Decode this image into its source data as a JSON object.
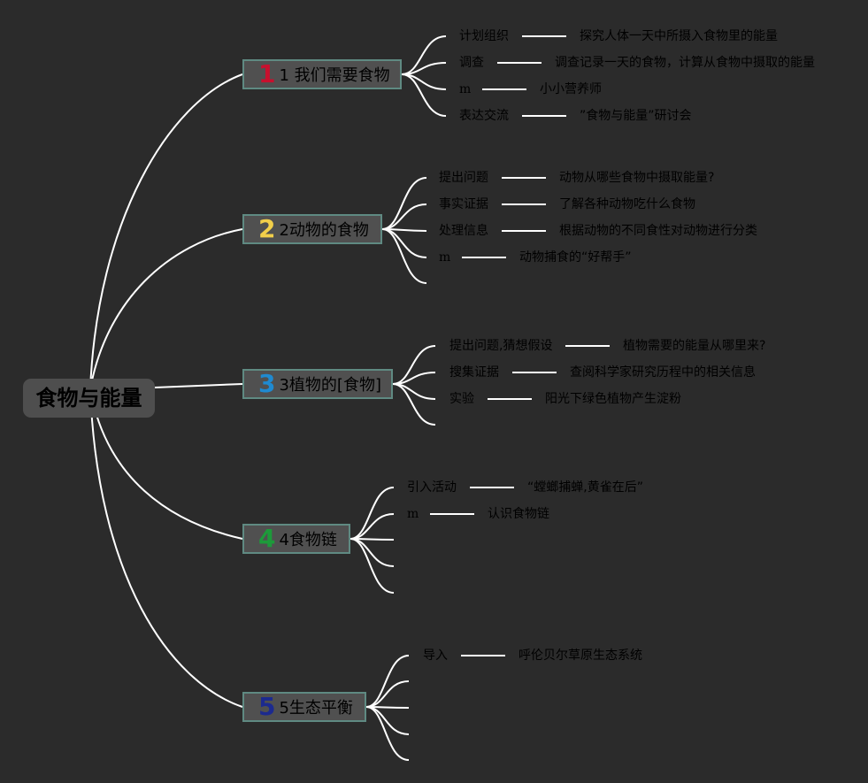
{
  "root": "食物与能量",
  "colors": {
    "line": "#ffffff",
    "background": "#2b2b2b",
    "node_border": "#5f8a82",
    "num1": "#c8102e",
    "num2": "#f2cf4a",
    "num3": "#1f8ad0",
    "num4": "#1d9a3a",
    "num5": "#1c2a8f"
  },
  "branches": [
    {
      "number": "1",
      "label": "1 我们需要食物",
      "rows": [
        {
          "label": "计划组织",
          "value": "探究人体一天中所摄入食物里的能量"
        },
        {
          "label": "调查",
          "value": "调查记录一天的食物，计算从食物中摄取的能量"
        },
        {
          "label": "m",
          "value": "小小营养师"
        },
        {
          "label": "表达交流",
          "value": "”食物与能量”研讨会"
        }
      ]
    },
    {
      "number": "2",
      "label": "2动物的食物",
      "rows": [
        {
          "label": "提出问题",
          "value": "动物从哪些食物中摄取能量?"
        },
        {
          "label": "事实证据",
          "value": "了解各种动物吃什么食物"
        },
        {
          "label": "处理信息",
          "value": "根据动物的不同食性对动物进行分类"
        },
        {
          "label": "m",
          "value": "动物捕食的“好帮手”"
        }
      ]
    },
    {
      "number": "3",
      "label": "3植物的[食物]",
      "rows": [
        {
          "label": "提出问题,猜想假设",
          "value": "植物需要的能量从哪里来?"
        },
        {
          "label": "搜集证据",
          "value": "查阅科学家研究历程中的相关信息"
        },
        {
          "label": "实验",
          "value": "阳光下绿色植物产生淀粉"
        }
      ]
    },
    {
      "number": "4",
      "label": "4食物链",
      "rows": [
        {
          "label": "引入活动",
          "value": "“螳螂捕蝉,黄雀在后”"
        },
        {
          "label": "m",
          "value": "认识食物链"
        }
      ]
    },
    {
      "number": "5",
      "label": "5生态平衡",
      "rows": [
        {
          "label": "导入",
          "value": "呼伦贝尔草原生态系统"
        }
      ]
    }
  ]
}
